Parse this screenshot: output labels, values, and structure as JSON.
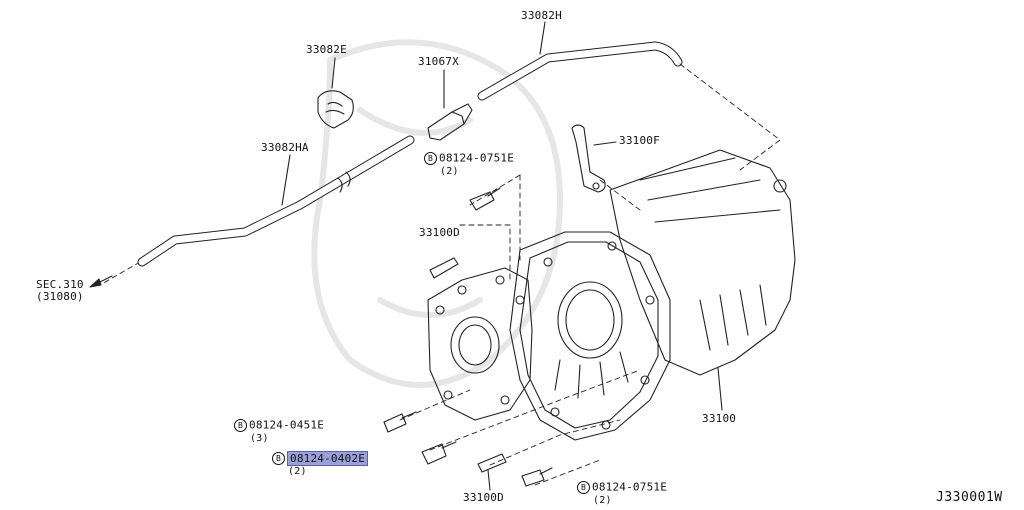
{
  "parts": {
    "p33082H": "33082H",
    "p33082E": "33082E",
    "p31067X": "31067X",
    "p33082HA": "33082HA",
    "p33100F": "33100F",
    "p33100D_top": "33100D",
    "p33100D_bottom": "33100D",
    "p33100": "33100"
  },
  "bolts": {
    "b1": {
      "symbol": "B",
      "number": "08124-0751E",
      "qty": "(2)"
    },
    "b2": {
      "symbol": "B",
      "number": "08124-0451E",
      "qty": "(3)"
    },
    "b3": {
      "symbol": "B",
      "number": "08124-0402E",
      "qty": "(2)"
    },
    "b4": {
      "symbol": "B",
      "number": "08124-0751E",
      "qty": "(2)"
    }
  },
  "section": {
    "label": "SEC.310",
    "sub": "(31080)"
  },
  "diagram_code": "J330001W",
  "highlight_color": "#9aa0d8"
}
